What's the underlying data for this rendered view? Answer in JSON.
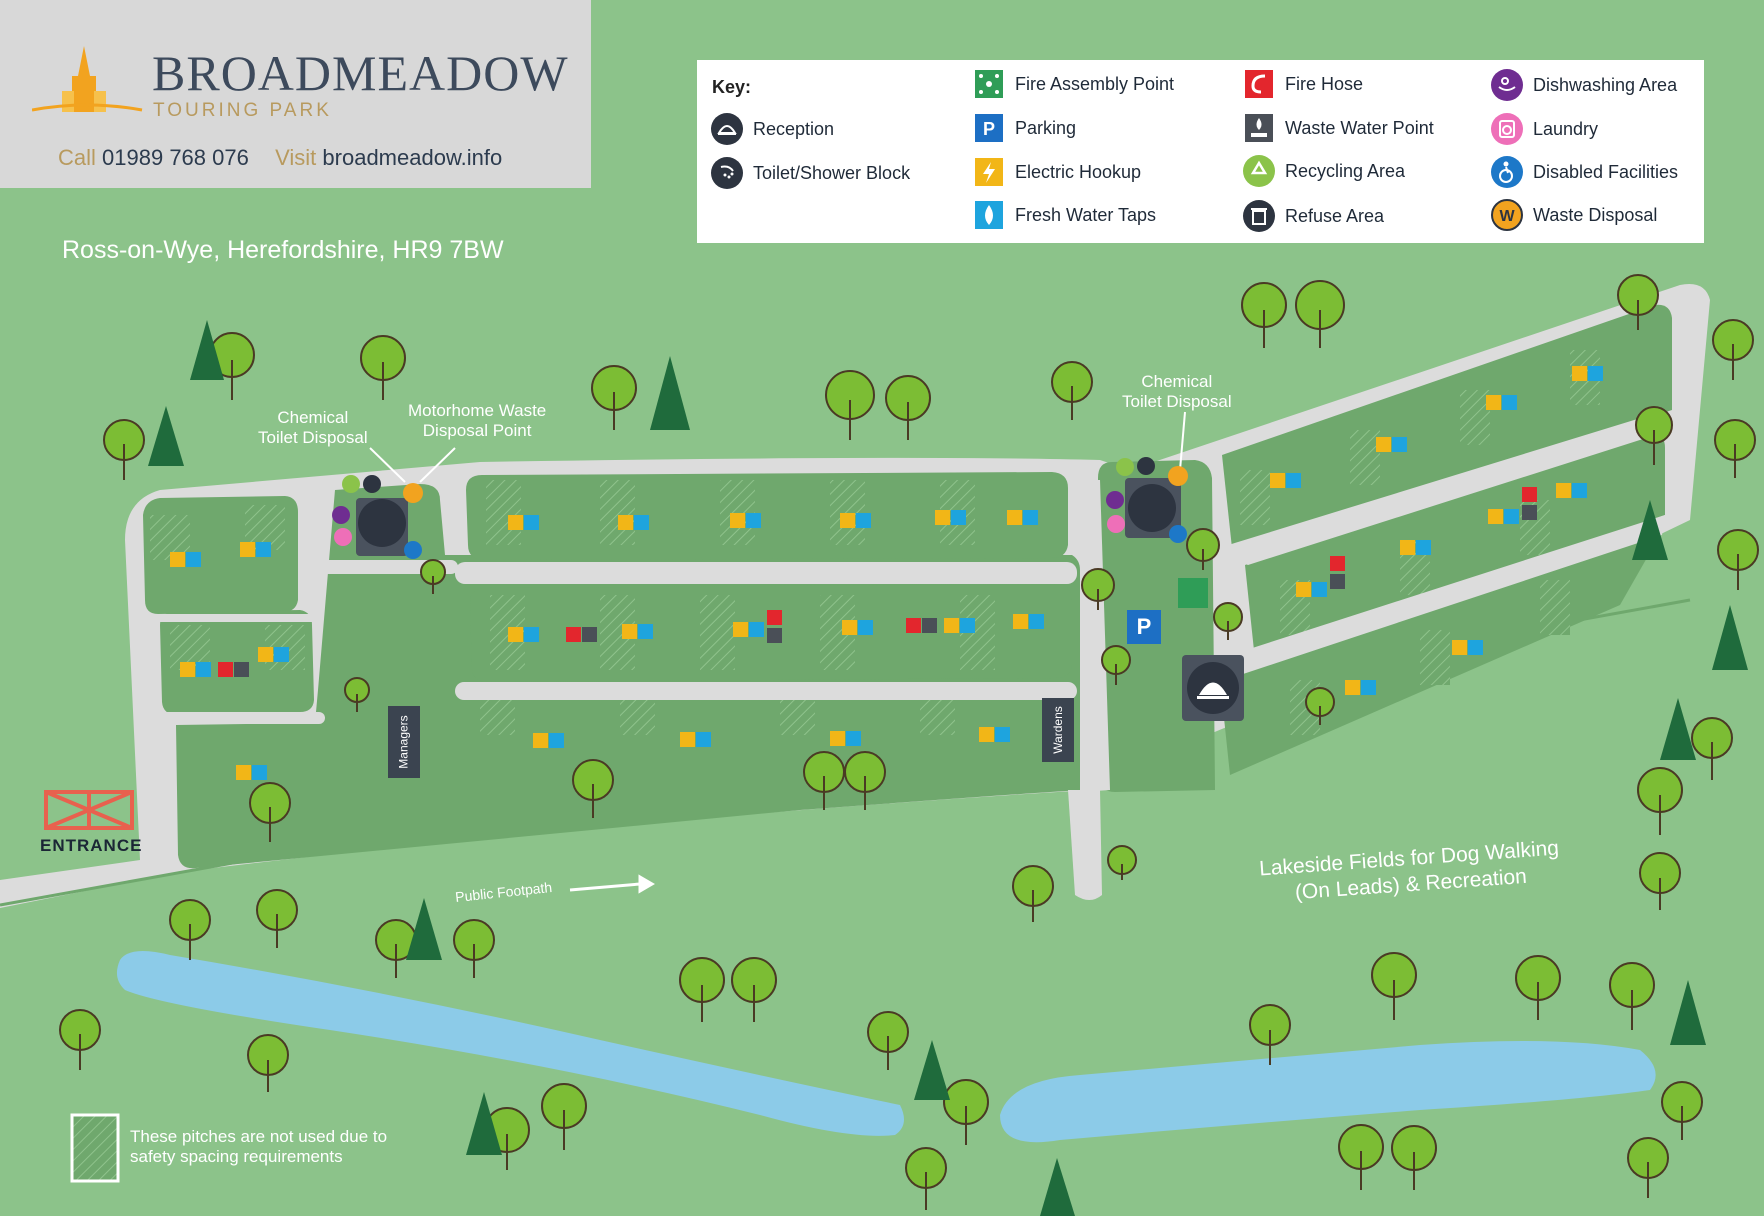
{
  "brand": {
    "name": "BROADMEADOW",
    "subtitle": "TOURING PARK",
    "call_label": "Call",
    "phone": "01989 768 076",
    "visit_label": "Visit",
    "website": "broadmeadow.info",
    "address": "Ross-on-Wye, Herefordshire, HR9 7BW"
  },
  "key": {
    "title": "Key:",
    "items": [
      {
        "label": "Reception",
        "icon": "reception-bell-icon",
        "color": "#2d3440"
      },
      {
        "label": "Toilet/Shower Block",
        "icon": "shower-icon",
        "color": "#2d3440"
      },
      {
        "label": "Fire Assembly Point",
        "icon": "fire-assembly-icon",
        "color": "#2f9d57"
      },
      {
        "label": "Parking",
        "icon": "parking-icon",
        "color": "#1d6fc4"
      },
      {
        "label": "Electric Hookup",
        "icon": "lightning-icon",
        "color": "#f2b617"
      },
      {
        "label": "Fresh Water Taps",
        "icon": "water-drop-icon",
        "color": "#1ea4de"
      },
      {
        "label": "Fire Hose",
        "icon": "fire-hose-icon",
        "color": "#e3262d"
      },
      {
        "label": "Waste Water Point",
        "icon": "waste-water-icon",
        "color": "#4a4f57"
      },
      {
        "label": "Recycling Area",
        "icon": "recycling-icon",
        "color": "#8bc34a"
      },
      {
        "label": "Refuse Area",
        "icon": "bin-icon",
        "color": "#2d3440"
      },
      {
        "label": "Dishwashing Area",
        "icon": "dishwashing-icon",
        "color": "#6f2d91"
      },
      {
        "label": "Laundry",
        "icon": "laundry-icon",
        "color": "#ee6fb8"
      },
      {
        "label": "Disabled Facilities",
        "icon": "disabled-icon",
        "color": "#1d78c8"
      },
      {
        "label": "Waste Disposal",
        "icon": "waste-disposal-icon",
        "color": "#f2a31f"
      }
    ]
  },
  "map": {
    "labels": {
      "chemical_left": "Chemical\nToilet Disposal",
      "motorhome": "Motorhome Waste\nDisposal Point",
      "chemical_right": "Chemical\nToilet Disposal",
      "entrance": "ENTRANCE",
      "public_footpath": "Public Footpath",
      "lakeside": "Lakeside Fields for Dog Walking\n(On Leads) & Recreation",
      "managers": "Managers",
      "wardens": "Wardens",
      "parking_letter": "P",
      "waste_letter": "W"
    },
    "legend_note": "These pitches are not used due to safety spacing requirements",
    "colors": {
      "grass": "#8cc38a",
      "pitch": "#6fa86d",
      "road": "#dcdcdc",
      "lake": "#8ccbe8",
      "tree": "#7cbd34",
      "pine": "#1f6b3c",
      "entrance_gate": "#e8614e"
    }
  }
}
